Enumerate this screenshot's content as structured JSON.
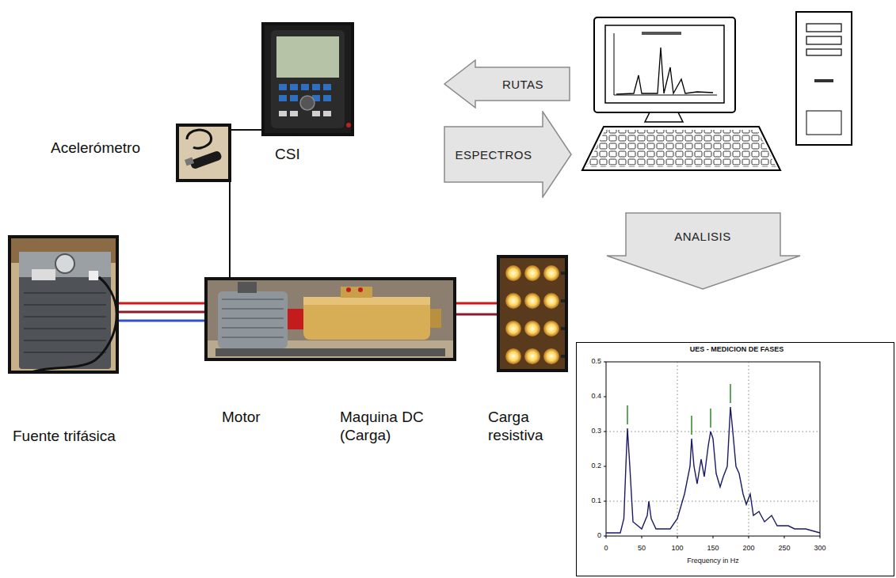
{
  "diagram": {
    "nodes": [
      {
        "text": [
          "Acelerómetro"
        ]
      },
      {
        "text": [
          "CSI"
        ]
      },
      {
        "text": [
          "RUTAS"
        ]
      },
      {
        "text": [
          "ESPECTROS"
        ]
      },
      {
        "text": [
          "ANALISIS"
        ]
      },
      {
        "text": [
          "Fuente trifásica"
        ]
      },
      {
        "text": [
          "Motor",
          "Maquina DC (Carga)"
        ]
      },
      {
        "text": [
          "Carga resistiva"
        ]
      }
    ],
    "edges": [
      {
        "from": 0,
        "to": 1,
        "arrow": "none"
      },
      {
        "from": 0,
        "to": 6,
        "arrow": "none"
      },
      {
        "from": 5,
        "to": 6,
        "arrow": "none"
      },
      {
        "from": 5,
        "to": 6,
        "arrow": "none"
      },
      {
        "from": 5,
        "to": 6,
        "arrow": "none"
      },
      {
        "from": 6,
        "to": 7,
        "arrow": "none"
      },
      {
        "from": 6,
        "to": 7,
        "arrow": "none"
      }
    ],
    "labels": [
      "UES - MEDICION DE FASES",
      "0.5",
      "0.4",
      "0.3",
      "0.2",
      "0.1",
      "0",
      "0",
      "50",
      "100",
      "150",
      "200",
      "250",
      "300",
      "Frequency in Hz"
    ]
  }
}
